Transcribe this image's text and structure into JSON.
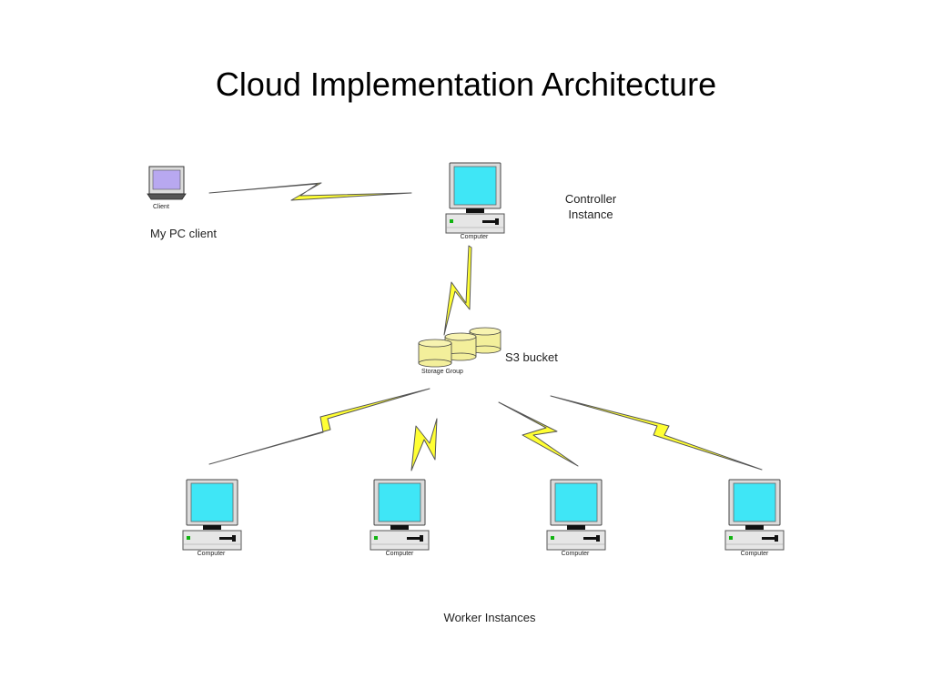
{
  "title": "Cloud Implementation Architecture",
  "client": {
    "device_label": "Client",
    "caption": "My PC client",
    "icon": "laptop-icon"
  },
  "controller": {
    "device_label": "Computer",
    "caption_line1": "Controller",
    "caption_line2": "Instance",
    "icon": "desktop-computer-icon"
  },
  "storage": {
    "device_label": "Storage Group",
    "caption": "S3 bucket",
    "icon": "storage-cylinders-icon"
  },
  "workers": [
    {
      "device_label": "Computer",
      "icon": "desktop-computer-icon"
    },
    {
      "device_label": "Computer",
      "icon": "desktop-computer-icon"
    },
    {
      "device_label": "Computer",
      "icon": "desktop-computer-icon"
    },
    {
      "device_label": "Computer",
      "icon": "desktop-computer-icon"
    }
  ],
  "workers_caption": "Worker Instances",
  "colors": {
    "lightning_fill": "#ffff33",
    "lightning_stroke": "#555555",
    "screen": "#3fe6f6",
    "case": "#e6e6e6",
    "cylinder": "#f3ef9b"
  }
}
